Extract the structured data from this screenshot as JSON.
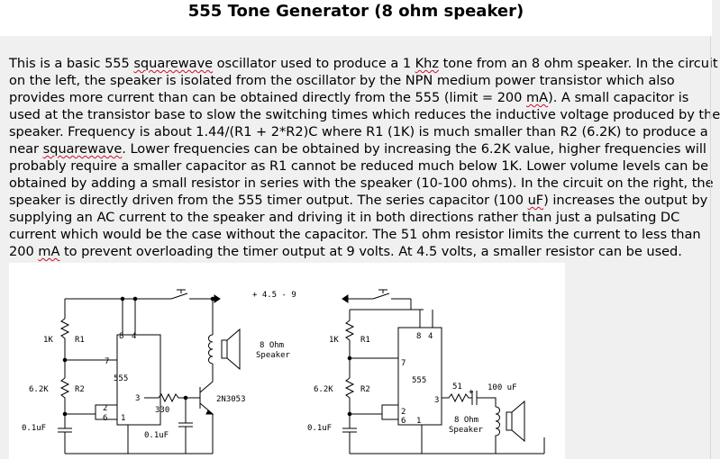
{
  "page": {
    "title": "555 Tone Generator (8 ohm speaker)"
  },
  "article": {
    "lines": [
      [
        "This is a basic 555 ",
        "squarewave",
        " oscillator used to produce a 1 ",
        "Khz",
        " tone from an 8 ohm speaker. In the circuit"
      ],
      [
        "on the left, the speaker is isolated from the oscillator by the NPN medium power transistor which also"
      ],
      [
        "provides more current than can be obtained directly from the 555 (limit = 200 ",
        "mA",
        "). A small capacitor is"
      ],
      [
        "used at the transistor base to slow the switching times which reduces the inductive voltage produced by the"
      ],
      [
        "speaker. Frequency is about 1.44/(R1 + 2*R2)C where R1 (1K) is much smaller than R2 (6.2K) to produce a"
      ],
      [
        "near ",
        "squarewave",
        ". Lower frequencies can be obtained by increasing the 6.2K value, higher frequencies will"
      ],
      [
        "probably require a smaller capacitor as R1 cannot be reduced much below 1K. Lower volume levels can be"
      ],
      [
        "obtained by adding a small resistor in series with the speaker (10-100 ohms). In the circuit on the right, the"
      ],
      [
        "speaker is directly driven from the 555 timer output. The series capacitor (100 ",
        "uF",
        ") increases the output by"
      ],
      [
        "supplying an AC current to the speaker and driving it in both directions rather than just a pulsating DC"
      ],
      [
        "current which would be the case without the capacitor. The 51 ohm resistor limits the current to less than"
      ],
      [
        "200 ",
        "mA",
        " to prevent overloading the timer output at 9 volts. At 4.5 volts, a smaller resistor can be used."
      ]
    ]
  },
  "schematic": {
    "supply": "+ 4.5 - 9",
    "left": {
      "r1_value": "1K",
      "r1_name": "R1",
      "r2_value": "6.2K",
      "r2_name": "R2",
      "cap": "0.1uF",
      "chip": "555",
      "pin8": "8",
      "pin4": "4",
      "pin7": "7",
      "pin2": "2",
      "pin6": "6",
      "pin1": "1",
      "pin3": "3",
      "base_res": "330",
      "base_cap": "0.1uF",
      "transistor": "2N3053",
      "speaker_l1": "8 Ohm",
      "speaker_l2": "Speaker"
    },
    "right": {
      "r1_value": "1K",
      "r1_name": "R1",
      "r2_value": "6.2K",
      "r2_name": "R2",
      "cap": "0.1uF",
      "chip": "555",
      "pin8": "8",
      "pin4": "4",
      "pin7": "7",
      "pin2": "2",
      "pin6": "6",
      "pin1": "1",
      "pin3": "3",
      "series_res": "51",
      "series_cap": "100 uF",
      "plus": "+",
      "speaker_l1": "8 Ohm",
      "speaker_l2": "Speaker"
    }
  }
}
